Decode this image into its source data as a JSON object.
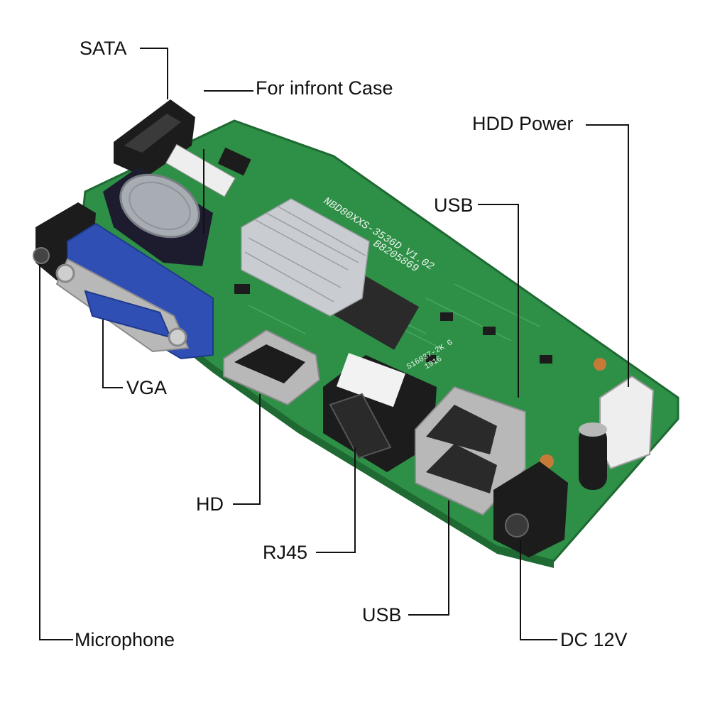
{
  "labels": {
    "sata": "SATA",
    "front_case": "For infront Case",
    "hdd_power": "HDD Power",
    "usb_top": "USB",
    "vga": "VGA",
    "hd": "HD",
    "rj45": "RJ45",
    "usb_bottom": "USB",
    "microphone": "Microphone",
    "dc12v": "DC 12V"
  },
  "board": {
    "silkscreen_model": "NBD80XXS-3536D V1.02",
    "silkscreen_serial": "B8205869",
    "chip_marking_1": "S16037-2K G",
    "chip_marking_2": "1916"
  },
  "colors": {
    "pcb": "#2e8f47",
    "pcb_dark": "#1f6a33",
    "vga_blue": "#2f4fb5",
    "heatsink": "#c9ccd0",
    "connector_black": "#1c1c1c",
    "metal": "#b8b8b8",
    "leader_line": "#111111"
  }
}
